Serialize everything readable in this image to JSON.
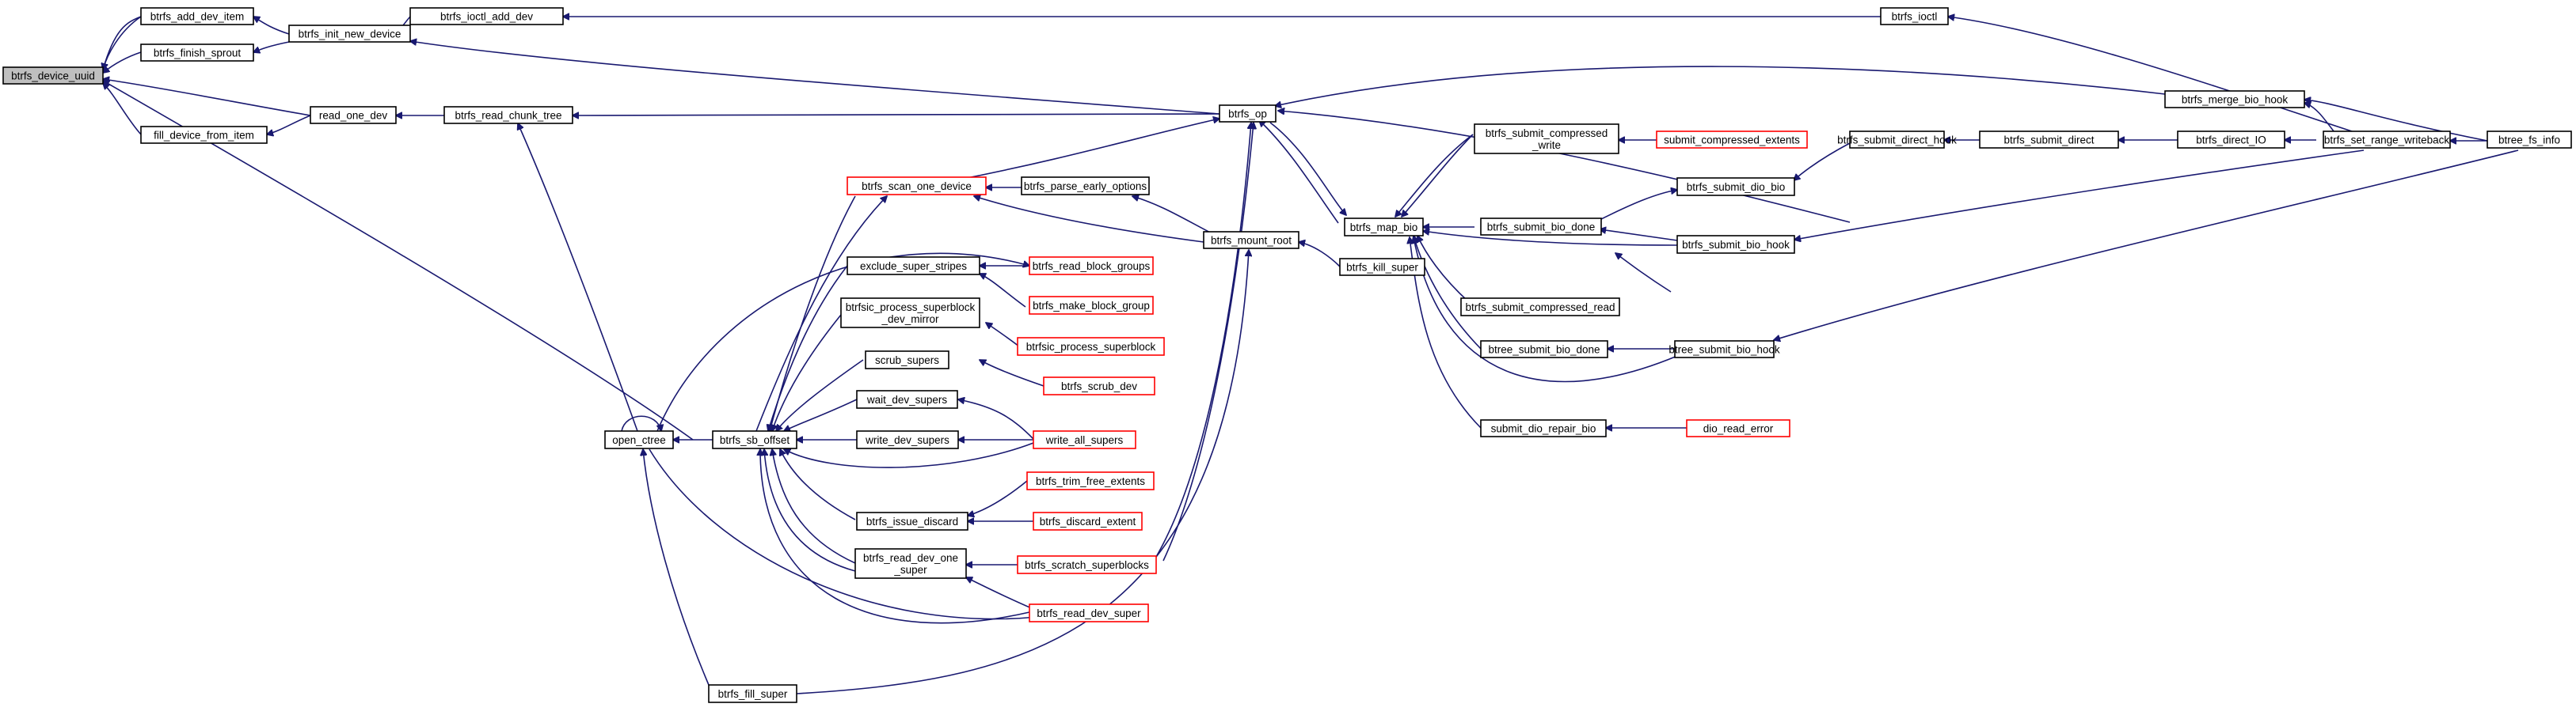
{
  "graph": {
    "nodes": [
      {
        "id": "n0",
        "lines": [
          "btrfs_device_uuid"
        ],
        "style": "root"
      },
      {
        "id": "n1",
        "lines": [
          "btrfs_add_dev_item"
        ],
        "style": "black"
      },
      {
        "id": "n2",
        "lines": [
          "btrfs_finish_sprout"
        ],
        "style": "black"
      },
      {
        "id": "n3",
        "lines": [
          "btrfs_init_new_device"
        ],
        "style": "black"
      },
      {
        "id": "n4",
        "lines": [
          "btrfs_ioctl_add_dev"
        ],
        "style": "black"
      },
      {
        "id": "n5",
        "lines": [
          "btrfs_ioctl"
        ],
        "style": "black"
      },
      {
        "id": "n6",
        "lines": [
          "btrfs_set_range_writeback"
        ],
        "style": "black"
      },
      {
        "id": "n7",
        "lines": [
          "btree_fs_info"
        ],
        "style": "black"
      },
      {
        "id": "n8",
        "lines": [
          "btrfs_merge_bio_hook"
        ],
        "style": "black"
      },
      {
        "id": "n9",
        "lines": [
          "fill_device_from_item"
        ],
        "style": "black"
      },
      {
        "id": "n10",
        "lines": [
          "read_one_dev"
        ],
        "style": "black"
      },
      {
        "id": "n11",
        "lines": [
          "btrfs_read_chunk_tree"
        ],
        "style": "black"
      },
      {
        "id": "n12",
        "lines": [
          "btrfs_op"
        ],
        "style": "black"
      },
      {
        "id": "n13",
        "lines": [
          "btrfs_scan_one_device"
        ],
        "style": "red"
      },
      {
        "id": "n14",
        "lines": [
          "btrfs_parse_early_options"
        ],
        "style": "black"
      },
      {
        "id": "n15",
        "lines": [
          "btrfs_mount_root"
        ],
        "style": "black"
      },
      {
        "id": "n16",
        "lines": [
          "btrfs_kill_super"
        ],
        "style": "black"
      },
      {
        "id": "n17",
        "lines": [
          "btrfs_map_bio"
        ],
        "style": "black"
      },
      {
        "id": "n18",
        "lines": [
          "btrfs_submit_compressed",
          "_write"
        ],
        "style": "black"
      },
      {
        "id": "n19",
        "lines": [
          "submit_compressed_extents"
        ],
        "style": "red"
      },
      {
        "id": "n20",
        "lines": [
          "btrfs_submit_direct_hook"
        ],
        "style": "black"
      },
      {
        "id": "n21",
        "lines": [
          "btrfs_submit_direct"
        ],
        "style": "black"
      },
      {
        "id": "n22",
        "lines": [
          "btrfs_direct_IO"
        ],
        "style": "black"
      },
      {
        "id": "n23",
        "lines": [
          "btrfs_submit_dio_bio"
        ],
        "style": "black"
      },
      {
        "id": "n24",
        "lines": [
          "btrfs_submit_bio_done"
        ],
        "style": "black"
      },
      {
        "id": "n25",
        "lines": [
          "btrfs_submit_bio_hook"
        ],
        "style": "black"
      },
      {
        "id": "n26",
        "lines": [
          "btrfs_submit_compressed_read"
        ],
        "style": "black"
      },
      {
        "id": "n27",
        "lines": [
          "btree_submit_bio_done"
        ],
        "style": "black"
      },
      {
        "id": "n28",
        "lines": [
          "btree_submit_bio_hook"
        ],
        "style": "black"
      },
      {
        "id": "n29",
        "lines": [
          "submit_dio_repair_bio"
        ],
        "style": "black"
      },
      {
        "id": "n30",
        "lines": [
          "dio_read_error"
        ],
        "style": "red"
      },
      {
        "id": "n31",
        "lines": [
          "exclude_super_stripes"
        ],
        "style": "black"
      },
      {
        "id": "n32",
        "lines": [
          "btrfs_read_block_groups"
        ],
        "style": "red"
      },
      {
        "id": "n33",
        "lines": [
          "btrfs_make_block_group"
        ],
        "style": "red"
      },
      {
        "id": "n34",
        "lines": [
          "btrfsic_process_superblock",
          "_dev_mirror"
        ],
        "style": "black"
      },
      {
        "id": "n35",
        "lines": [
          "btrfsic_process_superblock"
        ],
        "style": "red"
      },
      {
        "id": "n36",
        "lines": [
          "scrub_supers"
        ],
        "style": "black"
      },
      {
        "id": "n37",
        "lines": [
          "btrfs_scrub_dev"
        ],
        "style": "red"
      },
      {
        "id": "n38",
        "lines": [
          "wait_dev_supers"
        ],
        "style": "black"
      },
      {
        "id": "n39",
        "lines": [
          "write_dev_supers"
        ],
        "style": "black"
      },
      {
        "id": "n40",
        "lines": [
          "write_all_supers"
        ],
        "style": "red"
      },
      {
        "id": "n41",
        "lines": [
          "open_ctree"
        ],
        "style": "black"
      },
      {
        "id": "n42",
        "lines": [
          "btrfs_sb_offset"
        ],
        "style": "black"
      },
      {
        "id": "n43",
        "lines": [
          "btrfs_trim_free_extents"
        ],
        "style": "red"
      },
      {
        "id": "n44",
        "lines": [
          "btrfs_issue_discard"
        ],
        "style": "black"
      },
      {
        "id": "n45",
        "lines": [
          "btrfs_discard_extent"
        ],
        "style": "red"
      },
      {
        "id": "n46",
        "lines": [
          "btrfs_read_dev_one",
          "_super"
        ],
        "style": "black"
      },
      {
        "id": "n47",
        "lines": [
          "btrfs_scratch_superblocks"
        ],
        "style": "red"
      },
      {
        "id": "n48",
        "lines": [
          "btrfs_read_dev_super"
        ],
        "style": "red"
      },
      {
        "id": "n49",
        "lines": [
          "btrfs_fill_super"
        ],
        "style": "black"
      }
    ]
  }
}
